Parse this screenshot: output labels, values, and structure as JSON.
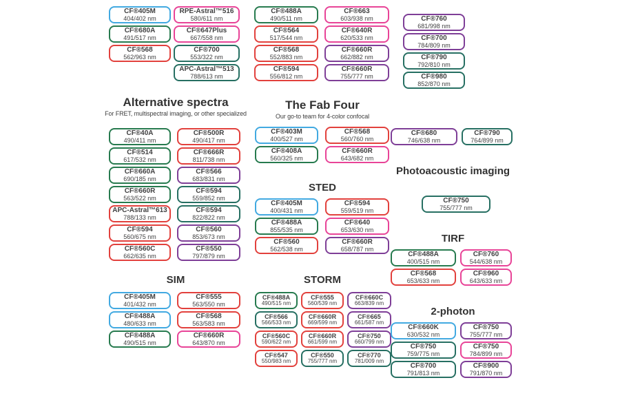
{
  "palette": {
    "blue": "#41A9E1",
    "green": "#267A4E",
    "teal": "#266F62",
    "red": "#E2403C",
    "pink": "#E84397",
    "purple": "#7E3E97"
  },
  "text_color": "#404041",
  "headings": {
    "alternative": {
      "title": "Alternative spectra",
      "subtitle": "For FRET, multispectral imaging, or other specialized"
    },
    "fabfour": {
      "title": "The Fab Four",
      "subtitle": "Our go-to team for 4-color confocal"
    },
    "sted": {
      "title": "STED"
    },
    "sim": {
      "title": "SIM"
    },
    "storm": {
      "title": "STORM"
    },
    "photoacoustic": {
      "title": "Photoacoustic imaging"
    },
    "tirf": {
      "title": "TIRF"
    },
    "twophoton": {
      "title": "2-photon"
    }
  },
  "columns": {
    "top_c1": [
      {
        "name": "CF®405M",
        "value": "404/402 nm",
        "color": "blue"
      },
      {
        "name": "CF®680A",
        "value": "491/517 nm",
        "color": "green"
      },
      {
        "name": "CF®568",
        "value": "562/963 nm",
        "color": "red"
      }
    ],
    "top_c2": [
      {
        "name": "RPE-Astral™516",
        "value": "580/611 nm",
        "color": "pink"
      },
      {
        "name": "CF®647Plus",
        "value": "667/558 nm",
        "color": "pink"
      },
      {
        "name": "CF®700",
        "value": "553/322 nm",
        "color": "teal"
      },
      {
        "name": "APC-Astral™513",
        "value": "788/613 nm",
        "color": "teal"
      }
    ],
    "top_c3": [
      {
        "name": "CF®488A",
        "value": "490/511 nm",
        "color": "green"
      },
      {
        "name": "CF®564",
        "value": "517/544 nm",
        "color": "red"
      },
      {
        "name": "CF®568",
        "value": "552/883 nm",
        "color": "red"
      },
      {
        "name": "CF®594",
        "value": "556/812 nm",
        "color": "red"
      }
    ],
    "top_c4": [
      {
        "name": "CF®663",
        "value": "603/938 nm",
        "color": "pink"
      },
      {
        "name": "CF®640R",
        "value": "620/533 nm",
        "color": "pink"
      },
      {
        "name": "CF®660R",
        "value": "662/882 nm",
        "color": "purple"
      },
      {
        "name": "CF®660R",
        "value": "755/777 nm",
        "color": "purple"
      }
    ],
    "top_c5": [
      {
        "name": "CF®760",
        "value": "681/998 nm",
        "color": "purple"
      },
      {
        "name": "CF®700",
        "value": "784/809 nm",
        "color": "purple"
      },
      {
        "name": "CF®790",
        "value": "792/810 nm",
        "color": "teal"
      },
      {
        "name": "CF®980",
        "value": "852/870 nm",
        "color": "teal"
      }
    ],
    "alt_c1": [
      {
        "name": "CF®40A",
        "value": "490/411 nm",
        "color": "green"
      },
      {
        "name": "CF®514",
        "value": "617/532 nm",
        "color": "green"
      },
      {
        "name": "CF®660A",
        "value": "690/185 nm",
        "color": "green"
      },
      {
        "name": "CF®660R",
        "value": "563/522 nm",
        "color": "green"
      },
      {
        "name": "APC-Astral™613",
        "value": "788/133 nm",
        "color": "red"
      },
      {
        "name": "CF®594",
        "value": "560/675 nm",
        "color": "red"
      },
      {
        "name": "CF®560C",
        "value": "662/635 nm",
        "color": "red"
      }
    ],
    "alt_c2": [
      {
        "name": "CF®500R",
        "value": "490/417 nm",
        "color": "red"
      },
      {
        "name": "CF®666R",
        "value": "811/738 nm",
        "color": "red"
      },
      {
        "name": "CF®566",
        "value": "683/831 nm",
        "color": "purple"
      },
      {
        "name": "CF®594",
        "value": "559/852 nm",
        "color": "teal"
      },
      {
        "name": "CF®594",
        "value": "822/822 nm",
        "color": "teal"
      },
      {
        "name": "CF®560",
        "value": "853/673 nm",
        "color": "purple"
      },
      {
        "name": "CF®550",
        "value": "797/879 nm",
        "color": "purple"
      }
    ],
    "fab_c1": [
      {
        "name": "CF®403M",
        "value": "400/527 nm",
        "color": "blue"
      },
      {
        "name": "CF®408A",
        "value": "560/325 nm",
        "color": "green"
      }
    ],
    "fab_c2": [
      {
        "name": "CF®568",
        "value": "560/760 nm",
        "color": "red"
      },
      {
        "name": "CF®660R",
        "value": "643/682 nm",
        "color": "pink"
      }
    ],
    "sted_c1": [
      {
        "name": "CF®405M",
        "value": "400/431 nm",
        "color": "blue"
      },
      {
        "name": "CF®488A",
        "value": "855/535 nm",
        "color": "green"
      },
      {
        "name": "CF®560",
        "value": "562/538 nm",
        "color": "red"
      }
    ],
    "sted_c2": [
      {
        "name": "CF®594",
        "value": "559/519 nm",
        "color": "red"
      },
      {
        "name": "CF®640",
        "value": "653/630 nm",
        "color": "pink"
      },
      {
        "name": "CF®660R",
        "value": "658/787 nm",
        "color": "purple"
      }
    ],
    "sim_c1": [
      {
        "name": "CF®405M",
        "value": "401/432 nm",
        "color": "blue"
      },
      {
        "name": "CF®488A",
        "value": "480/633 nm",
        "color": "blue"
      },
      {
        "name": "CF®488A",
        "value": "490/515 nm",
        "color": "green"
      }
    ],
    "sim_c2": [
      {
        "name": "CF®555",
        "value": "563/550 nm",
        "color": "red"
      },
      {
        "name": "CF®568",
        "value": "563/583 nm",
        "color": "red"
      },
      {
        "name": "CF®660R",
        "value": "643/870 nm",
        "color": "pink"
      }
    ],
    "storm_c1": [
      {
        "name": "CF®488A",
        "value": "490/515 nm",
        "color": "green"
      },
      {
        "name": "CF®566",
        "value": "566/533 nm",
        "color": "teal"
      },
      {
        "name": "CF®560C",
        "value": "590/622 nm",
        "color": "red"
      },
      {
        "name": "CF®547",
        "value": "550/983 nm",
        "color": "red"
      }
    ],
    "storm_c2": [
      {
        "name": "CF®555",
        "value": "560/539 nm",
        "color": "red"
      },
      {
        "name": "CF®660R",
        "value": "669/599 nm",
        "color": "red"
      },
      {
        "name": "CF®660R",
        "value": "661/599 nm",
        "color": "red"
      },
      {
        "name": "CF®550",
        "value": "755/777 nm",
        "color": "teal"
      }
    ],
    "storm_c3": [
      {
        "name": "CF®660C",
        "value": "663/839 nm",
        "color": "purple"
      },
      {
        "name": "CF®665",
        "value": "661/587 nm",
        "color": "purple"
      },
      {
        "name": "CF®750",
        "value": "660/799 nm",
        "color": "purple"
      },
      {
        "name": "CF®770",
        "value": "781/009 nm",
        "color": "teal"
      }
    ],
    "right_pair": [
      {
        "name": "CF®680",
        "value": "746/638 nm",
        "color": "purple"
      },
      {
        "name": "CF®790",
        "value": "764/899 nm",
        "color": "teal"
      }
    ],
    "photo": [
      {
        "name": "CF®750",
        "value": "755/777 nm",
        "color": "teal"
      }
    ],
    "tirf_c1": [
      {
        "name": "CF®488A",
        "value": "400/515 nm",
        "color": "green"
      },
      {
        "name": "CF®568",
        "value": "653/633 nm",
        "color": "red"
      }
    ],
    "tirf_c2": [
      {
        "name": "CF®760",
        "value": "544/638 nm",
        "color": "pink"
      },
      {
        "name": "CF®960",
        "value": "643/633 nm",
        "color": "pink"
      }
    ],
    "ph2_c1": [
      {
        "name": "CF®660K",
        "value": "630/532 nm",
        "color": "blue"
      },
      {
        "name": "CF®750",
        "value": "759/775 nm",
        "color": "teal"
      },
      {
        "name": "CF®700",
        "value": "791/813 nm",
        "color": "teal"
      }
    ],
    "ph2_c2": [
      {
        "name": "CF®750",
        "value": "755/777 nm",
        "color": "purple"
      },
      {
        "name": "CF®750",
        "value": "784/899 nm",
        "color": "pink"
      },
      {
        "name": "CF®900",
        "value": "791/870 nm",
        "color": "purple"
      }
    ]
  }
}
